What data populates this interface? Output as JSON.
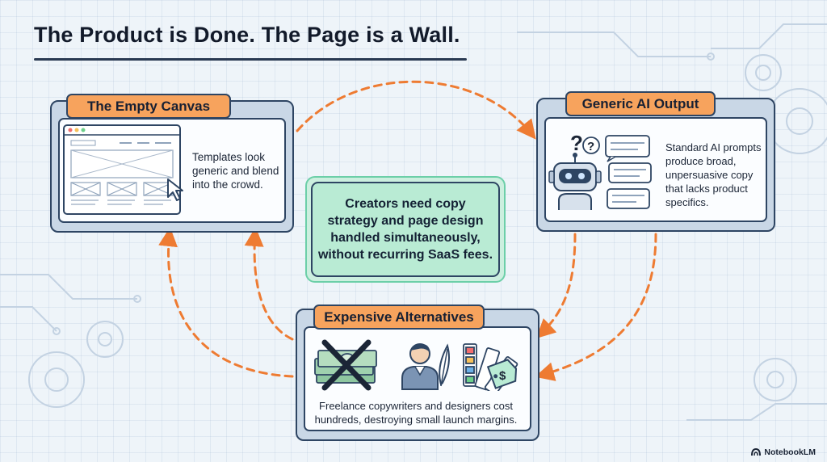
{
  "title": "The Product is Done. The Page is a Wall.",
  "center": {
    "line1": "Creators need copy",
    "line2": "strategy and page design",
    "line3": "handled simultaneously,",
    "line4": "without recurring SaaS fees."
  },
  "cards": {
    "empty_canvas": {
      "label": "The Empty Canvas",
      "line1": "Templates look",
      "line2": "generic and blend",
      "line3": "into the crowd."
    },
    "generic_ai": {
      "label": "Generic AI Output",
      "line1": "Standard AI prompts",
      "line2": "produce broad,",
      "line3": "unpersuasive copy",
      "line4": "that lacks product",
      "line5": "specifics."
    },
    "expensive": {
      "label": "Expensive Alternatives",
      "line1": "Freelance copywriters and designers cost",
      "line2": "hundreds, destroying small launch margins."
    }
  },
  "icons": {
    "question_1": "?",
    "question_2": "?",
    "dollar": "$"
  },
  "brand": "NotebookLM",
  "colors": {
    "orange": "#f7a35d",
    "arrow": "#ee7b32",
    "navy": "#2e4563",
    "mint": "#b9ebd4",
    "card": "#c9d7e6"
  }
}
